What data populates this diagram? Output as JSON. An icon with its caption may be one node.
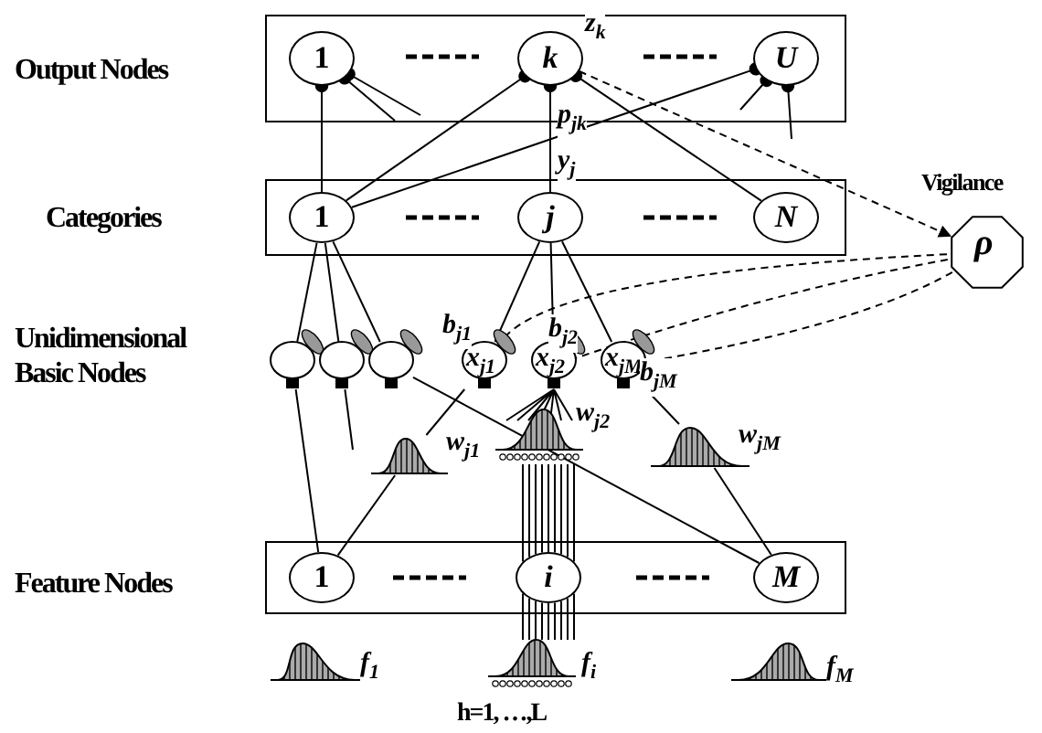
{
  "diagram": {
    "nodes": [
      {
        "text": [
          "Output Nodes"
        ]
      },
      {
        "text": [
          "1"
        ],
        "in": 0
      },
      {
        "text": [
          "k"
        ],
        "in": 0,
        "beside": [
          "z$_{k}$"
        ]
      },
      {
        "text": [
          "U"
        ],
        "in": 0
      },
      {
        "text": [
          "Categories"
        ]
      },
      {
        "text": [
          "1"
        ],
        "in": 4
      },
      {
        "text": [
          "j"
        ],
        "in": 4,
        "beside": [
          "y$_{j}$"
        ]
      },
      {
        "text": [
          "N"
        ],
        "in": 4
      },
      {
        "text": [
          "Vigilance",
          "ρ"
        ]
      },
      {
        "text": [],
        "shape": "circle"
      },
      {
        "text": [],
        "shape": "circle"
      },
      {
        "text": [],
        "shape": "circle"
      },
      {
        "text": [
          "x$_{j1}$"
        ],
        "beside": [
          "b$_{j1}$"
        ]
      },
      {
        "text": [
          "x$_{j2}$"
        ],
        "beside": [
          "b$_{j2}$"
        ]
      },
      {
        "text": [
          "x$_{jM}$"
        ],
        "beside": [
          "b$_{jM}$"
        ]
      },
      {
        "text": [],
        "shape": "picture",
        "beside": [
          "w$_{j1}$"
        ]
      },
      {
        "text": [],
        "shape": "picture",
        "beside": [
          "w$_{j2}$"
        ]
      },
      {
        "text": [],
        "shape": "picture",
        "beside": [
          "w$_{jM}$"
        ]
      },
      {
        "text": [
          "Feature Nodes"
        ]
      },
      {
        "text": [
          "1"
        ],
        "in": 18
      },
      {
        "text": [
          "i"
        ],
        "in": 18
      },
      {
        "text": [
          "M"
        ],
        "in": 18
      },
      {
        "text": [],
        "shape": "picture",
        "beside": [
          "f$_{1}$"
        ]
      },
      {
        "text": [],
        "shape": "picture",
        "beside": [
          "f$_{i}$"
        ]
      },
      {
        "text": [],
        "shape": "picture",
        "beside": [
          "f$_{M}$"
        ]
      }
    ],
    "edges": [
      {
        "from": 5,
        "to": 1,
        "arrow": "other"
      },
      {
        "from": null,
        "to": 1,
        "arrow": "other"
      },
      {
        "from": null,
        "to": 1,
        "arrow": "other"
      },
      {
        "from": 5,
        "to": 2,
        "arrow": "other"
      },
      {
        "from": 6,
        "to": 2,
        "arrow": "other",
        "label": "p$_{jk}$"
      },
      {
        "from": 7,
        "to": 2,
        "arrow": "other"
      },
      {
        "from": 5,
        "to": 3,
        "arrow": "other"
      },
      {
        "from": null,
        "to": 3,
        "arrow": "other"
      },
      {
        "from": null,
        "to": 3,
        "arrow": "other"
      },
      {
        "from": 2,
        "to": 8,
        "arrow": "to",
        "style": "dashed"
      },
      {
        "from": 8,
        "to": 12,
        "arrow": "none",
        "style": "dashed"
      },
      {
        "from": 8,
        "to": 13,
        "arrow": "none",
        "style": "dashed"
      },
      {
        "from": 8,
        "to": 14,
        "arrow": "none",
        "style": "dashed"
      },
      {
        "from": 5,
        "to": 9,
        "arrow": "none"
      },
      {
        "from": 5,
        "to": 10,
        "arrow": "none"
      },
      {
        "from": 5,
        "to": 11,
        "arrow": "none"
      },
      {
        "from": 6,
        "to": 12,
        "arrow": "none"
      },
      {
        "from": 6,
        "to": 13,
        "arrow": "none"
      },
      {
        "from": 6,
        "to": 14,
        "arrow": "none"
      },
      {
        "from": 9,
        "to": 19,
        "arrow": "none"
      },
      {
        "from": 10,
        "to": null,
        "arrow": "none"
      },
      {
        "from": 11,
        "to": 21,
        "arrow": "none"
      },
      {
        "from": 12,
        "to": 15,
        "arrow": "none"
      },
      {
        "from": 15,
        "to": 19,
        "arrow": "none"
      },
      {
        "from": 13,
        "to": 16,
        "arrow": "none"
      },
      {
        "from": 16,
        "to": 20,
        "arrow": "none"
      },
      {
        "from": 20,
        "to": 23,
        "arrow": "none"
      },
      {
        "from": 14,
        "to": 17,
        "arrow": "none"
      },
      {
        "from": 17,
        "to": 21,
        "arrow": "none"
      }
    ],
    "labels": [
      "Unidimensional Basic Nodes",
      "h=1, …,L"
    ]
  }
}
